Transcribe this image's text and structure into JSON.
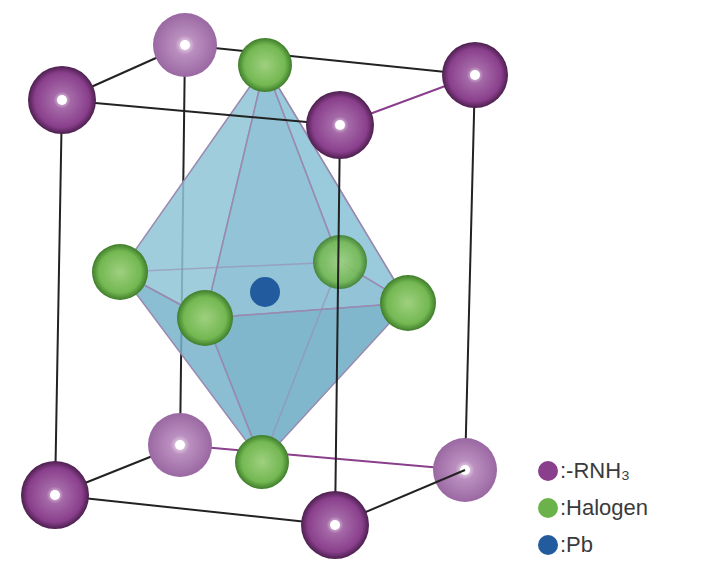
{
  "diagram": {
    "legend": [
      {
        "text": ":-RNH₃",
        "color": "#8a3f8c"
      },
      {
        "text": ":Halogen",
        "color": "#6cb24a"
      },
      {
        "text": ":Pb",
        "color": "#235c9e"
      }
    ]
  }
}
